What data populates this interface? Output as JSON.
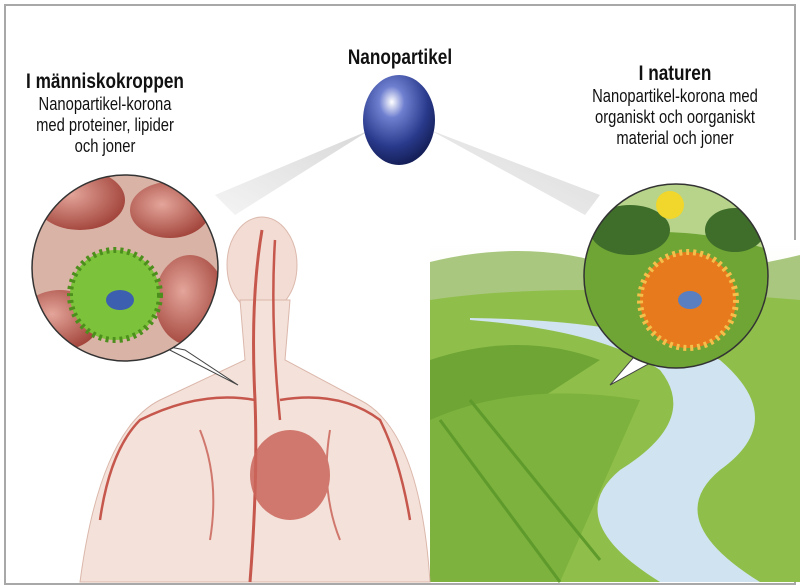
{
  "center": {
    "title": "Nanopartikel"
  },
  "left": {
    "title": "I människokroppen",
    "lines": [
      "Nanopartikel-korona",
      "med proteiner, lipider",
      "och joner"
    ]
  },
  "right": {
    "title": "I naturen",
    "lines": [
      "Nanopartikel-korona med",
      "organiskt och oorganiskt",
      "material och joner"
    ]
  },
  "colors": {
    "particle": "#2a3a8c",
    "corona_body": "#7cc23a",
    "corona_nature": "#e87a1e",
    "river": "#cfe3f0",
    "field": "#8fbf4a"
  }
}
